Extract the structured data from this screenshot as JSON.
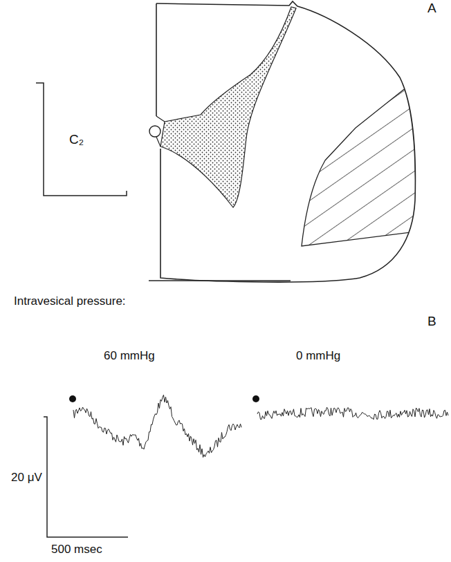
{
  "diagram": {
    "labels": [
      "A",
      "C₂",
      "Intravesical pressure:",
      "B",
      "60 mmHg",
      "0 mmHg",
      "20 μV",
      "500 msec"
    ]
  }
}
